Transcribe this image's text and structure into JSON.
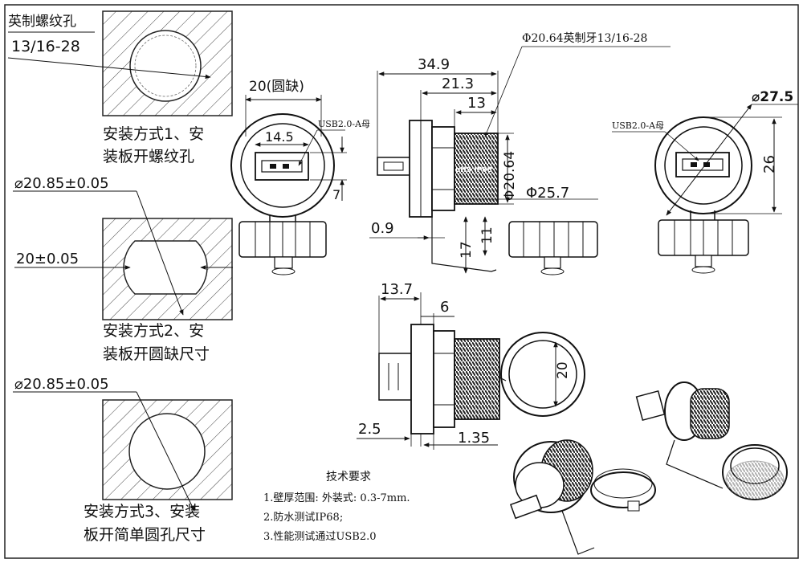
{
  "left_panel": {
    "method1": {
      "thread_label": "英制螺纹孔",
      "thread_spec": "13/16-28",
      "caption_line1": "安装方式1、安",
      "caption_line2": "装板开螺纹孔"
    },
    "method2": {
      "diameter_tol": "⌀20.85±0.05",
      "flat_dim": "20±0.05",
      "caption_line1": "安装方式2、安",
      "caption_line2": "装板开圆缺尺寸"
    },
    "method3": {
      "diameter_tol": "⌀20.85±0.05",
      "caption_line1": "安装方式3、安装",
      "caption_line2": "板开简单圆孔尺寸"
    }
  },
  "front_view": {
    "flat_label": "20(圆缺)",
    "usb_label": "USB2.0-A母",
    "width_dim": "14.5",
    "height_dim": "7"
  },
  "side_view": {
    "thread_label": "Φ20.64英制牙13/16-28",
    "overall_len": "34.9",
    "len_21": "21.3",
    "len_13": "13",
    "dia_thread": "Φ20.64",
    "dia_nut": "Φ25.7",
    "dim_09": "0.9",
    "dim_11": "11",
    "dim_17": "17",
    "thread_mark": "oHS IP68"
  },
  "right_view": {
    "usb_label": "USB2.0-A母",
    "dia_cap": "⌀27.5",
    "height_26": "26"
  },
  "bottom_view": {
    "dim_137": "13.7",
    "dim_6": "6",
    "dim_20": "20",
    "dim_25": "2.5",
    "dim_135": "1.35"
  },
  "requirements": {
    "title": "技术要求",
    "items": [
      "1.壁厚范围: 外装式: 0.3-7mm.",
      "2.防水测试IP68;",
      "3.性能测试通过USB2.0"
    ]
  }
}
